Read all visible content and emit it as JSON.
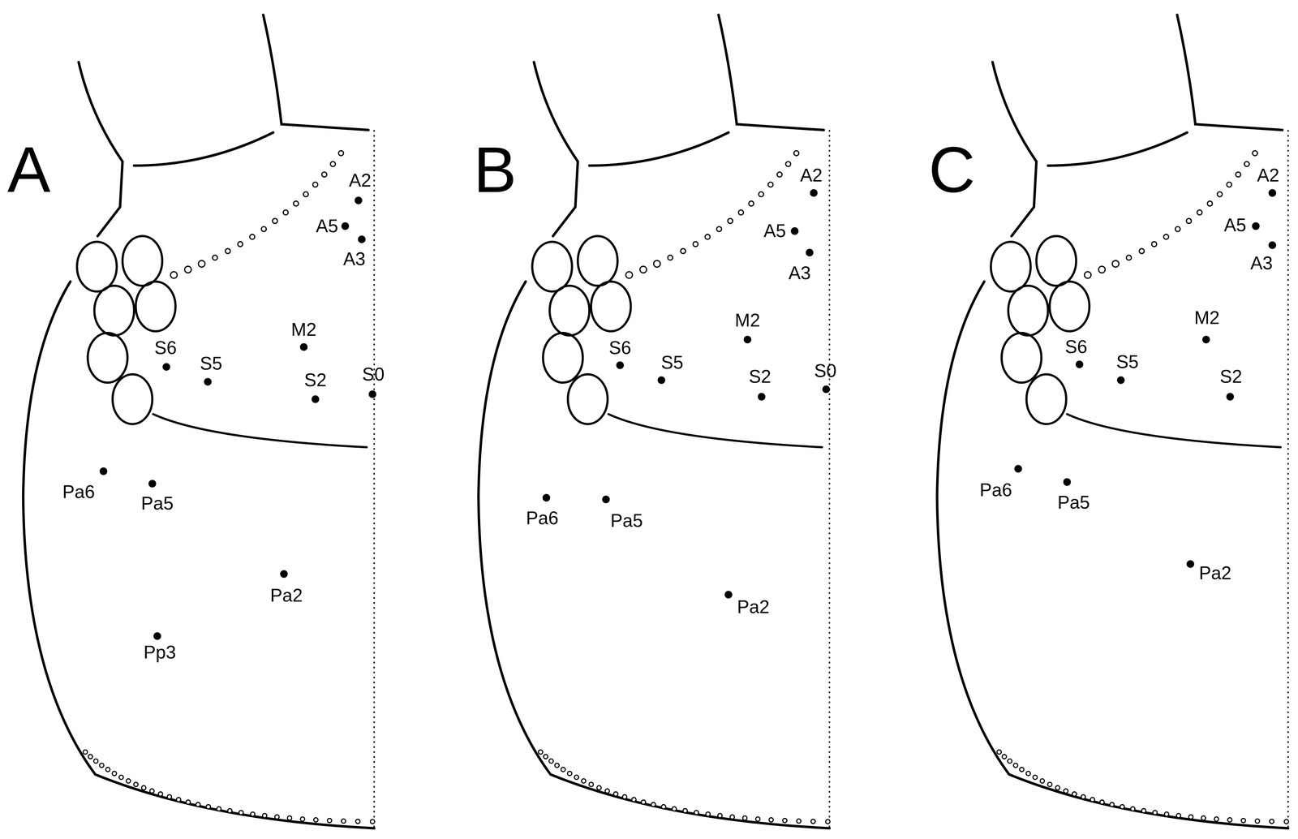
{
  "diagram": {
    "labels": [
      "A",
      "A2",
      "A5",
      "A3",
      "M2",
      "S6",
      "S5",
      "S2",
      "S0",
      "Pa6",
      "Pa5",
      "Pa2",
      "Pp3",
      "B",
      "A2",
      "A5",
      "A3",
      "M2",
      "S6",
      "S5",
      "S2",
      "S0",
      "Pa6",
      "Pa5",
      "Pa2",
      "C",
      "A2",
      "A5",
      "A3",
      "M2",
      "S6",
      "S5",
      "S2",
      "Pa6",
      "Pa5",
      "Pa2"
    ]
  }
}
